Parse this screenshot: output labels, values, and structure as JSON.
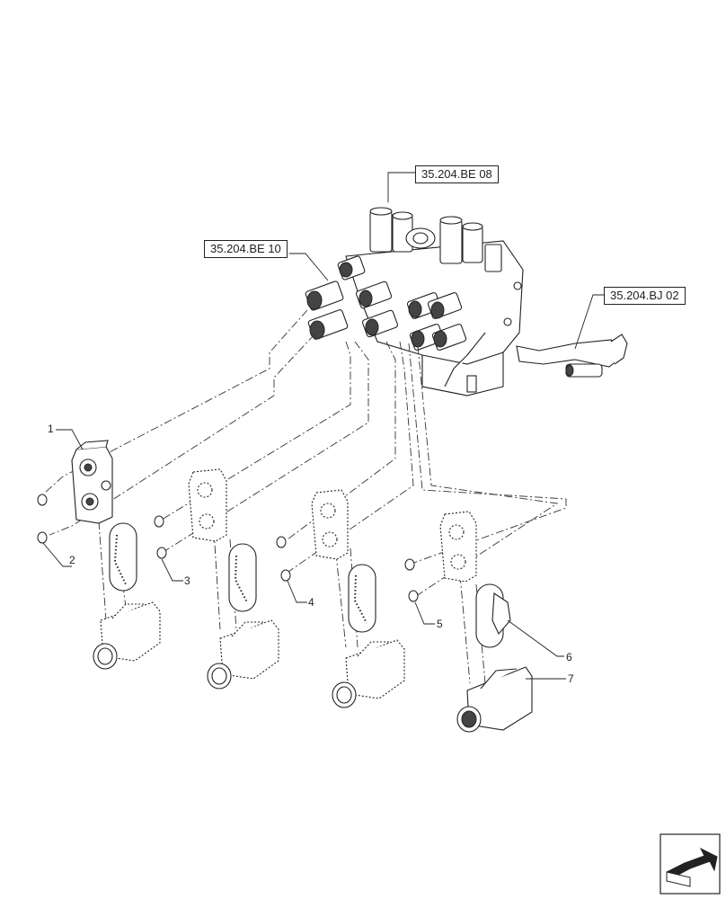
{
  "references": {
    "ref_top": "35.204.BE 08",
    "ref_left": "35.204.BE 10",
    "ref_right": "35.204.BJ 02"
  },
  "callouts": {
    "c1": "1",
    "c2": "2",
    "c3": "3",
    "c4": "4",
    "c5": "5",
    "c6": "6",
    "c7": "7"
  },
  "icons": {
    "corner": "next-page-arrow-icon"
  },
  "colors": {
    "line": "#222222",
    "background": "#ffffff"
  }
}
